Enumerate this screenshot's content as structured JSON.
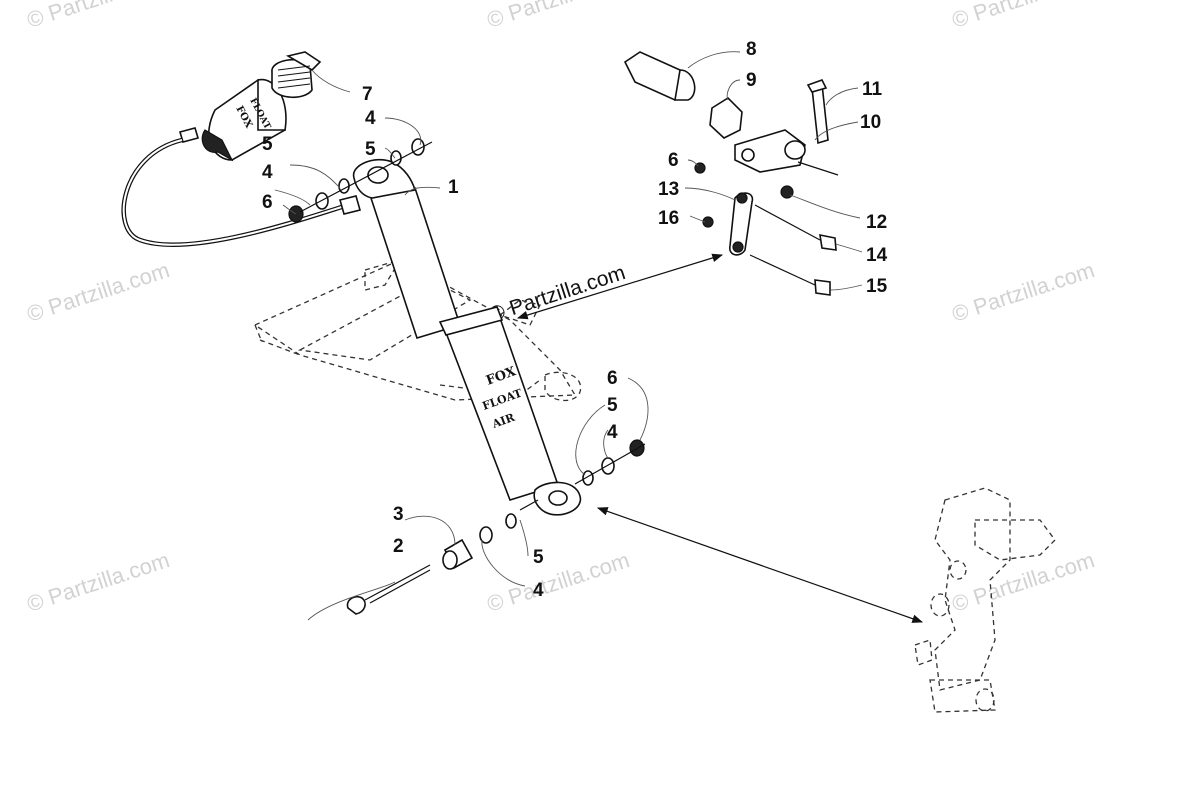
{
  "watermark": {
    "text": "© Partzilla.com",
    "center_text": "© Partzilla.com"
  },
  "callouts": [
    {
      "id": "1",
      "label": "1"
    },
    {
      "id": "2",
      "label": "2"
    },
    {
      "id": "3",
      "label": "3"
    },
    {
      "id": "4a",
      "label": "4"
    },
    {
      "id": "4b",
      "label": "4"
    },
    {
      "id": "4c",
      "label": "4"
    },
    {
      "id": "4d",
      "label": "4"
    },
    {
      "id": "5a",
      "label": "5"
    },
    {
      "id": "5b",
      "label": "5"
    },
    {
      "id": "5c",
      "label": "5"
    },
    {
      "id": "5d",
      "label": "5"
    },
    {
      "id": "6a",
      "label": "6"
    },
    {
      "id": "6b",
      "label": "6"
    },
    {
      "id": "6c",
      "label": "6"
    },
    {
      "id": "7",
      "label": "7"
    },
    {
      "id": "8",
      "label": "8"
    },
    {
      "id": "9",
      "label": "9"
    },
    {
      "id": "10",
      "label": "10"
    },
    {
      "id": "11",
      "label": "11"
    },
    {
      "id": "12",
      "label": "12"
    },
    {
      "id": "13",
      "label": "13"
    },
    {
      "id": "14",
      "label": "14"
    },
    {
      "id": "15",
      "label": "15"
    },
    {
      "id": "16",
      "label": "16"
    }
  ],
  "shock_decal": [
    "FOX",
    "FLOAT",
    "AIR"
  ],
  "reservoir_decal": [
    "FOX",
    "FLOAT"
  ]
}
